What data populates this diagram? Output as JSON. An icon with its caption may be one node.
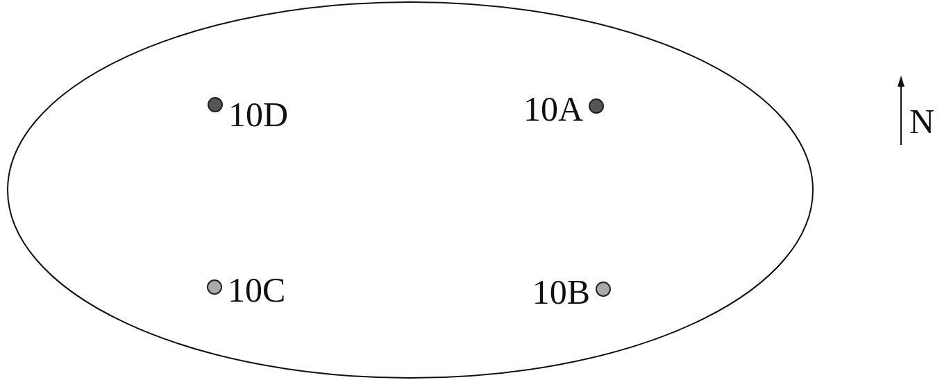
{
  "diagram": {
    "nodes": [
      {
        "text": [],
        "shape": "ellipse"
      },
      {
        "text": [],
        "shape": "circle",
        "beside": [
          "10D"
        ],
        "in": 0
      },
      {
        "text": [],
        "shape": "circle",
        "beside": [
          "10A"
        ],
        "in": 0
      },
      {
        "text": [],
        "shape": "circle",
        "beside": [
          "10C"
        ],
        "in": 0
      },
      {
        "text": [],
        "shape": "circle",
        "beside": [
          "10B"
        ],
        "in": 0
      }
    ],
    "edges": [],
    "labels": [
      "N"
    ]
  }
}
